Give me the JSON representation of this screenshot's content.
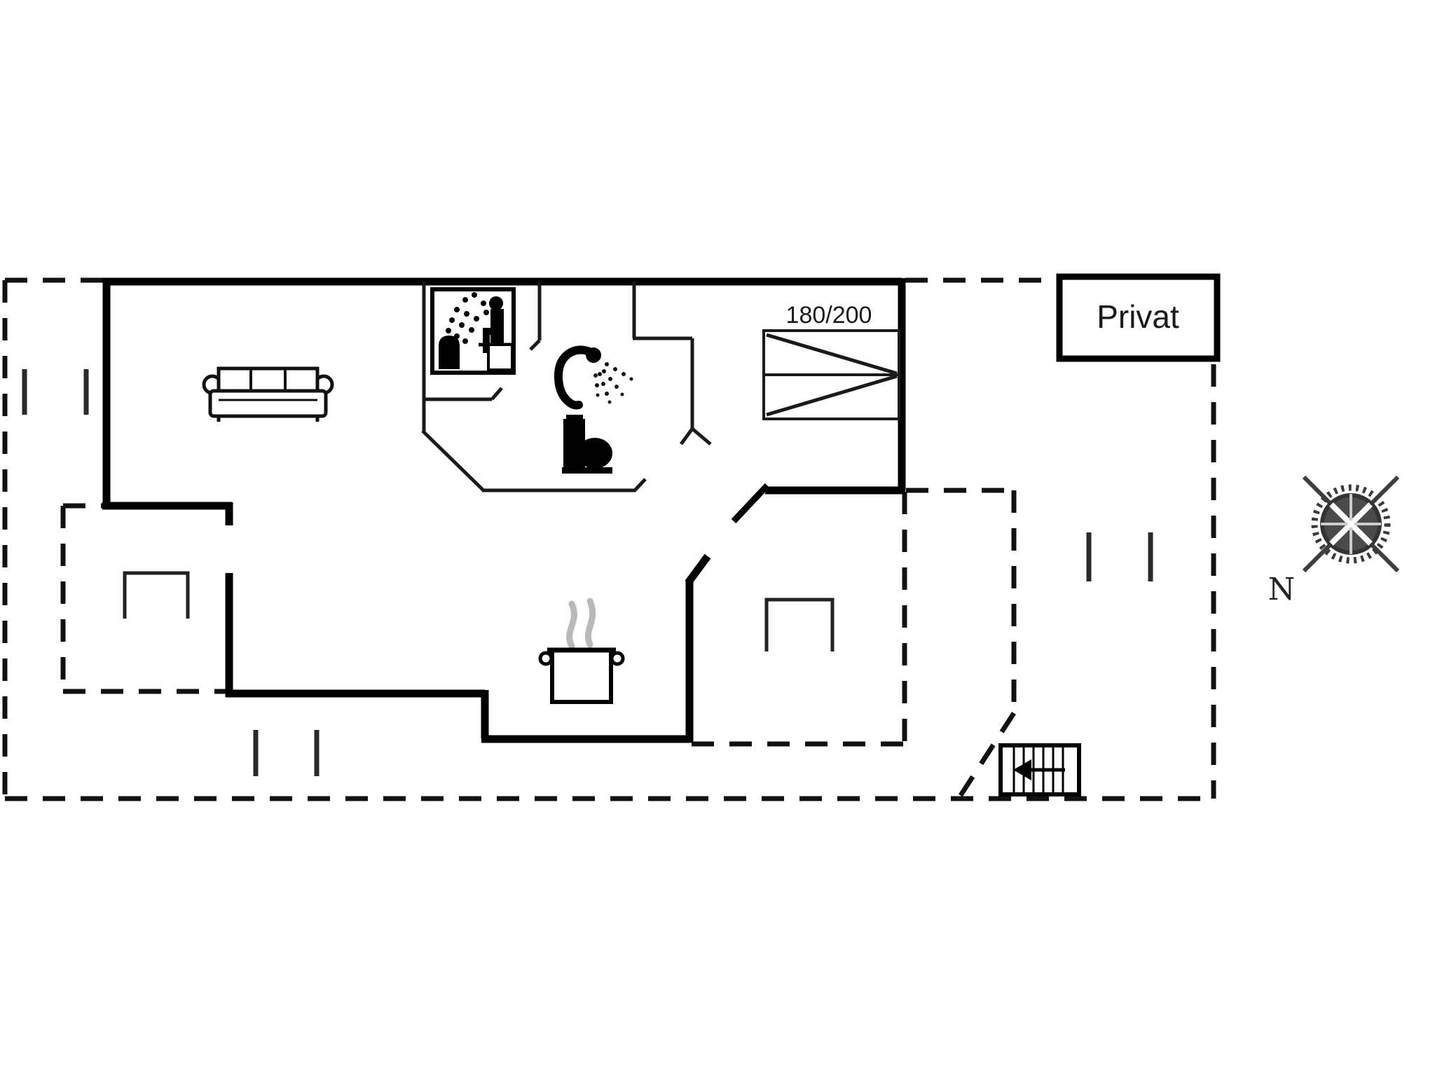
{
  "title": "Vacation house floor plan",
  "labels": {
    "bed_size": "180/200",
    "privat": "Privat",
    "north": "N"
  },
  "colors": {
    "background": "#ffffff",
    "exterior_walls": "#000000",
    "interior_walls": "#1a1a1a",
    "boundary_dash": "#111111",
    "window_tick": "#2a2a2a",
    "steam_gray": "#b9b9b9",
    "compass_gray": "#3f3f3f",
    "label_text": "#1a1a1a"
  },
  "icons": [
    {
      "name": "sofa-icon",
      "meaning": "sofa in living room"
    },
    {
      "name": "sauna-icon",
      "meaning": "sauna cabin with stove, steam and seated person"
    },
    {
      "name": "shower-icon",
      "meaning": "shower head with water spray"
    },
    {
      "name": "toilet-icon",
      "meaning": "toilet"
    },
    {
      "name": "double-bed-icon",
      "meaning": "double bed, size 180/200"
    },
    {
      "name": "cooking-pot-icon",
      "meaning": "kitchen cooking pot with steam"
    },
    {
      "name": "stairs-icon",
      "meaning": "entrance stairs with direction arrow"
    },
    {
      "name": "compass-rose-icon",
      "meaning": "compass rose, north indicator"
    },
    {
      "name": "terrace-table-icon",
      "meaning": "terrace furniture marker"
    },
    {
      "name": "window-marker",
      "meaning": "window / opening tick mark"
    }
  ]
}
